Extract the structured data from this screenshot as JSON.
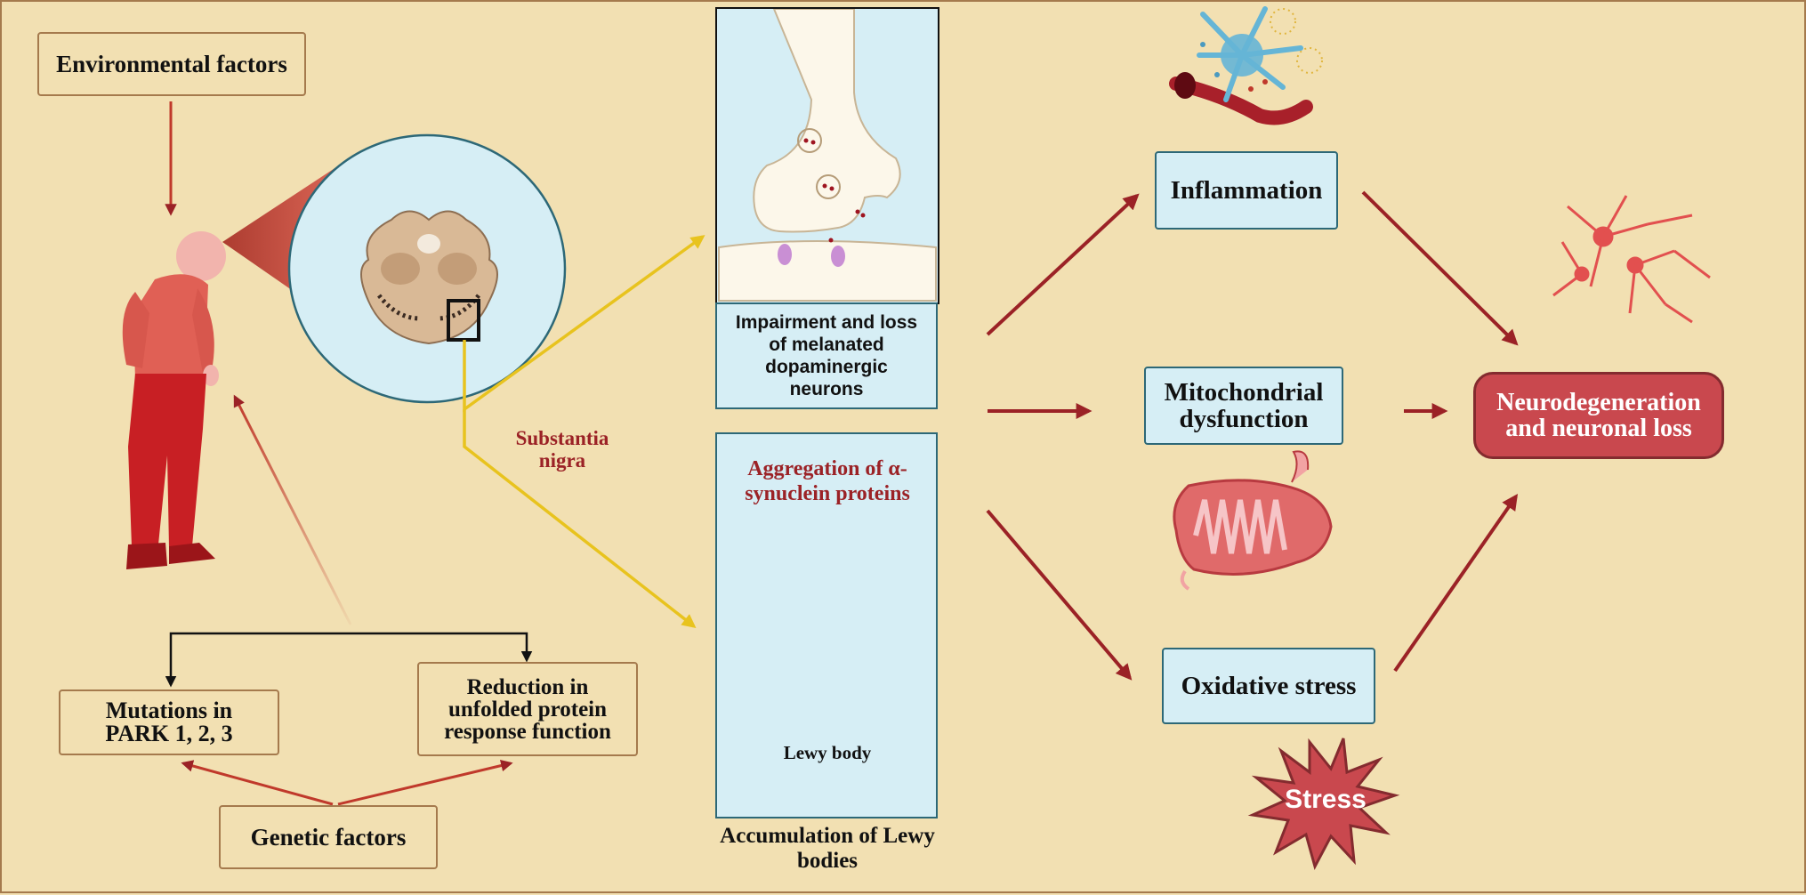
{
  "factors": {
    "environmental": "Environmental factors",
    "genetic": "Genetic factors",
    "mutations": "Mutations in PARK 1, 2, 3",
    "reduction": "Reduction in unfolded protein response function"
  },
  "brain": {
    "substantia_nigra": "Substantia nigra"
  },
  "panels": {
    "synapse_caption": "Impairment and loss of melanated dopaminergic neurons",
    "aggregation_title": "Aggregation of α-synuclein proteins",
    "lewy_body_label": "Lewy body",
    "lewy_caption": "Accumulation of Lewy bodies"
  },
  "mechanisms": {
    "inflammation": "Inflammation",
    "mitochondrial": "Mitochondrial dysfunction",
    "oxidative": "Oxidative stress",
    "stress_badge": "Stress"
  },
  "outcome": {
    "label": "Neurodegeneration and neuronal loss"
  },
  "colors": {
    "background": "#f2e0b2",
    "arrow_red": "#9b2226",
    "arrow_yellow": "#e8c31e",
    "panel_blue": "#d6eef5",
    "outcome_red": "#c9484e"
  }
}
